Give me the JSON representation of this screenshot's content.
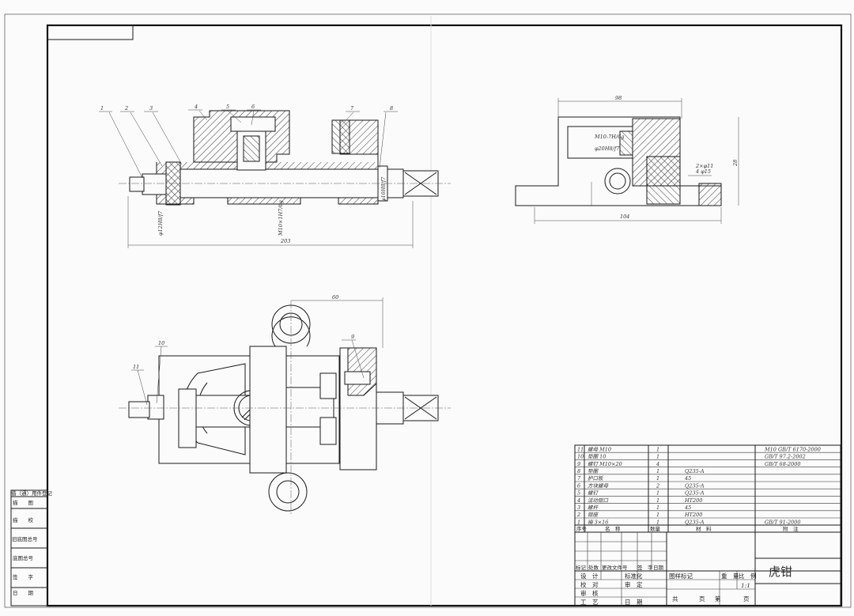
{
  "drawing": {
    "title": "虎钳",
    "scale": "1:1"
  },
  "balloons": [
    "1",
    "2",
    "3",
    "4",
    "5",
    "6",
    "7",
    "8",
    "9",
    "10",
    "11"
  ],
  "dimensions": {
    "front": {
      "overall_length": "203",
      "fit_left": "φ12H8/f7",
      "fit_mid": "M10×1H7/6g",
      "fit_right": "φ10H8/f7"
    },
    "side": {
      "width_top": "98",
      "height": "28",
      "base": "104",
      "thread": "M10-7H/6g",
      "fit": "φ20H8/f7",
      "hole1": "2×φ11",
      "hole2": "4 φ15"
    },
    "top": {
      "width": "60"
    }
  },
  "side_labels": {
    "l1": "借（通）用件登记",
    "l2": "描　　图",
    "l3": "描　　校",
    "l4": "旧底图总号",
    "l5": "底图总号",
    "l6": "签　　字",
    "l7": "日　　期"
  },
  "parts": [
    {
      "no": "11",
      "name": "螺母 M10",
      "qty": "1",
      "material": "",
      "std": "M10 GB/T 6170-2000"
    },
    {
      "no": "10",
      "name": "垫圈 10",
      "qty": "1",
      "material": "",
      "std": "GB/T 97.2-2002"
    },
    {
      "no": "9",
      "name": "螺钉 M10×20",
      "qty": "4",
      "material": "",
      "std": "GB/T 68-2000"
    },
    {
      "no": "8",
      "name": "垫圈",
      "qty": "1",
      "material": "Q235-A",
      "std": ""
    },
    {
      "no": "7",
      "name": "护口板",
      "qty": "1",
      "material": "45",
      "std": ""
    },
    {
      "no": "6",
      "name": "方块螺母",
      "qty": "2",
      "material": "Q235-A",
      "std": ""
    },
    {
      "no": "5",
      "name": "螺钉",
      "qty": "1",
      "material": "Q235-A",
      "std": ""
    },
    {
      "no": "4",
      "name": "活动钳口",
      "qty": "1",
      "material": "HT200",
      "std": ""
    },
    {
      "no": "3",
      "name": "螺杆",
      "qty": "1",
      "material": "45",
      "std": ""
    },
    {
      "no": "2",
      "name": "钳座",
      "qty": "1",
      "material": "HT200",
      "std": ""
    },
    {
      "no": "1",
      "name": "销 3×16",
      "qty": "1",
      "material": "Q235-A",
      "std": "GB/T 91-2000"
    }
  ],
  "parts_header": {
    "no": "序号",
    "name": "名　称",
    "qty": "数量",
    "material": "材　料",
    "std": "附　注"
  },
  "title_block": {
    "rev_cols": [
      "标记",
      "处数",
      "更改文件号",
      "签　字",
      "日期"
    ],
    "design": "设　计",
    "check": "校　对",
    "review": "审　核",
    "process": "工　艺",
    "standard": "标准化",
    "approve": "审　定",
    "date": "日　期",
    "pattern_mark": "图样标记",
    "weight": "重　量",
    "ratio": "比　例",
    "total": "共",
    "sheets": "页",
    "sheet_no": "第",
    "page": "页"
  }
}
